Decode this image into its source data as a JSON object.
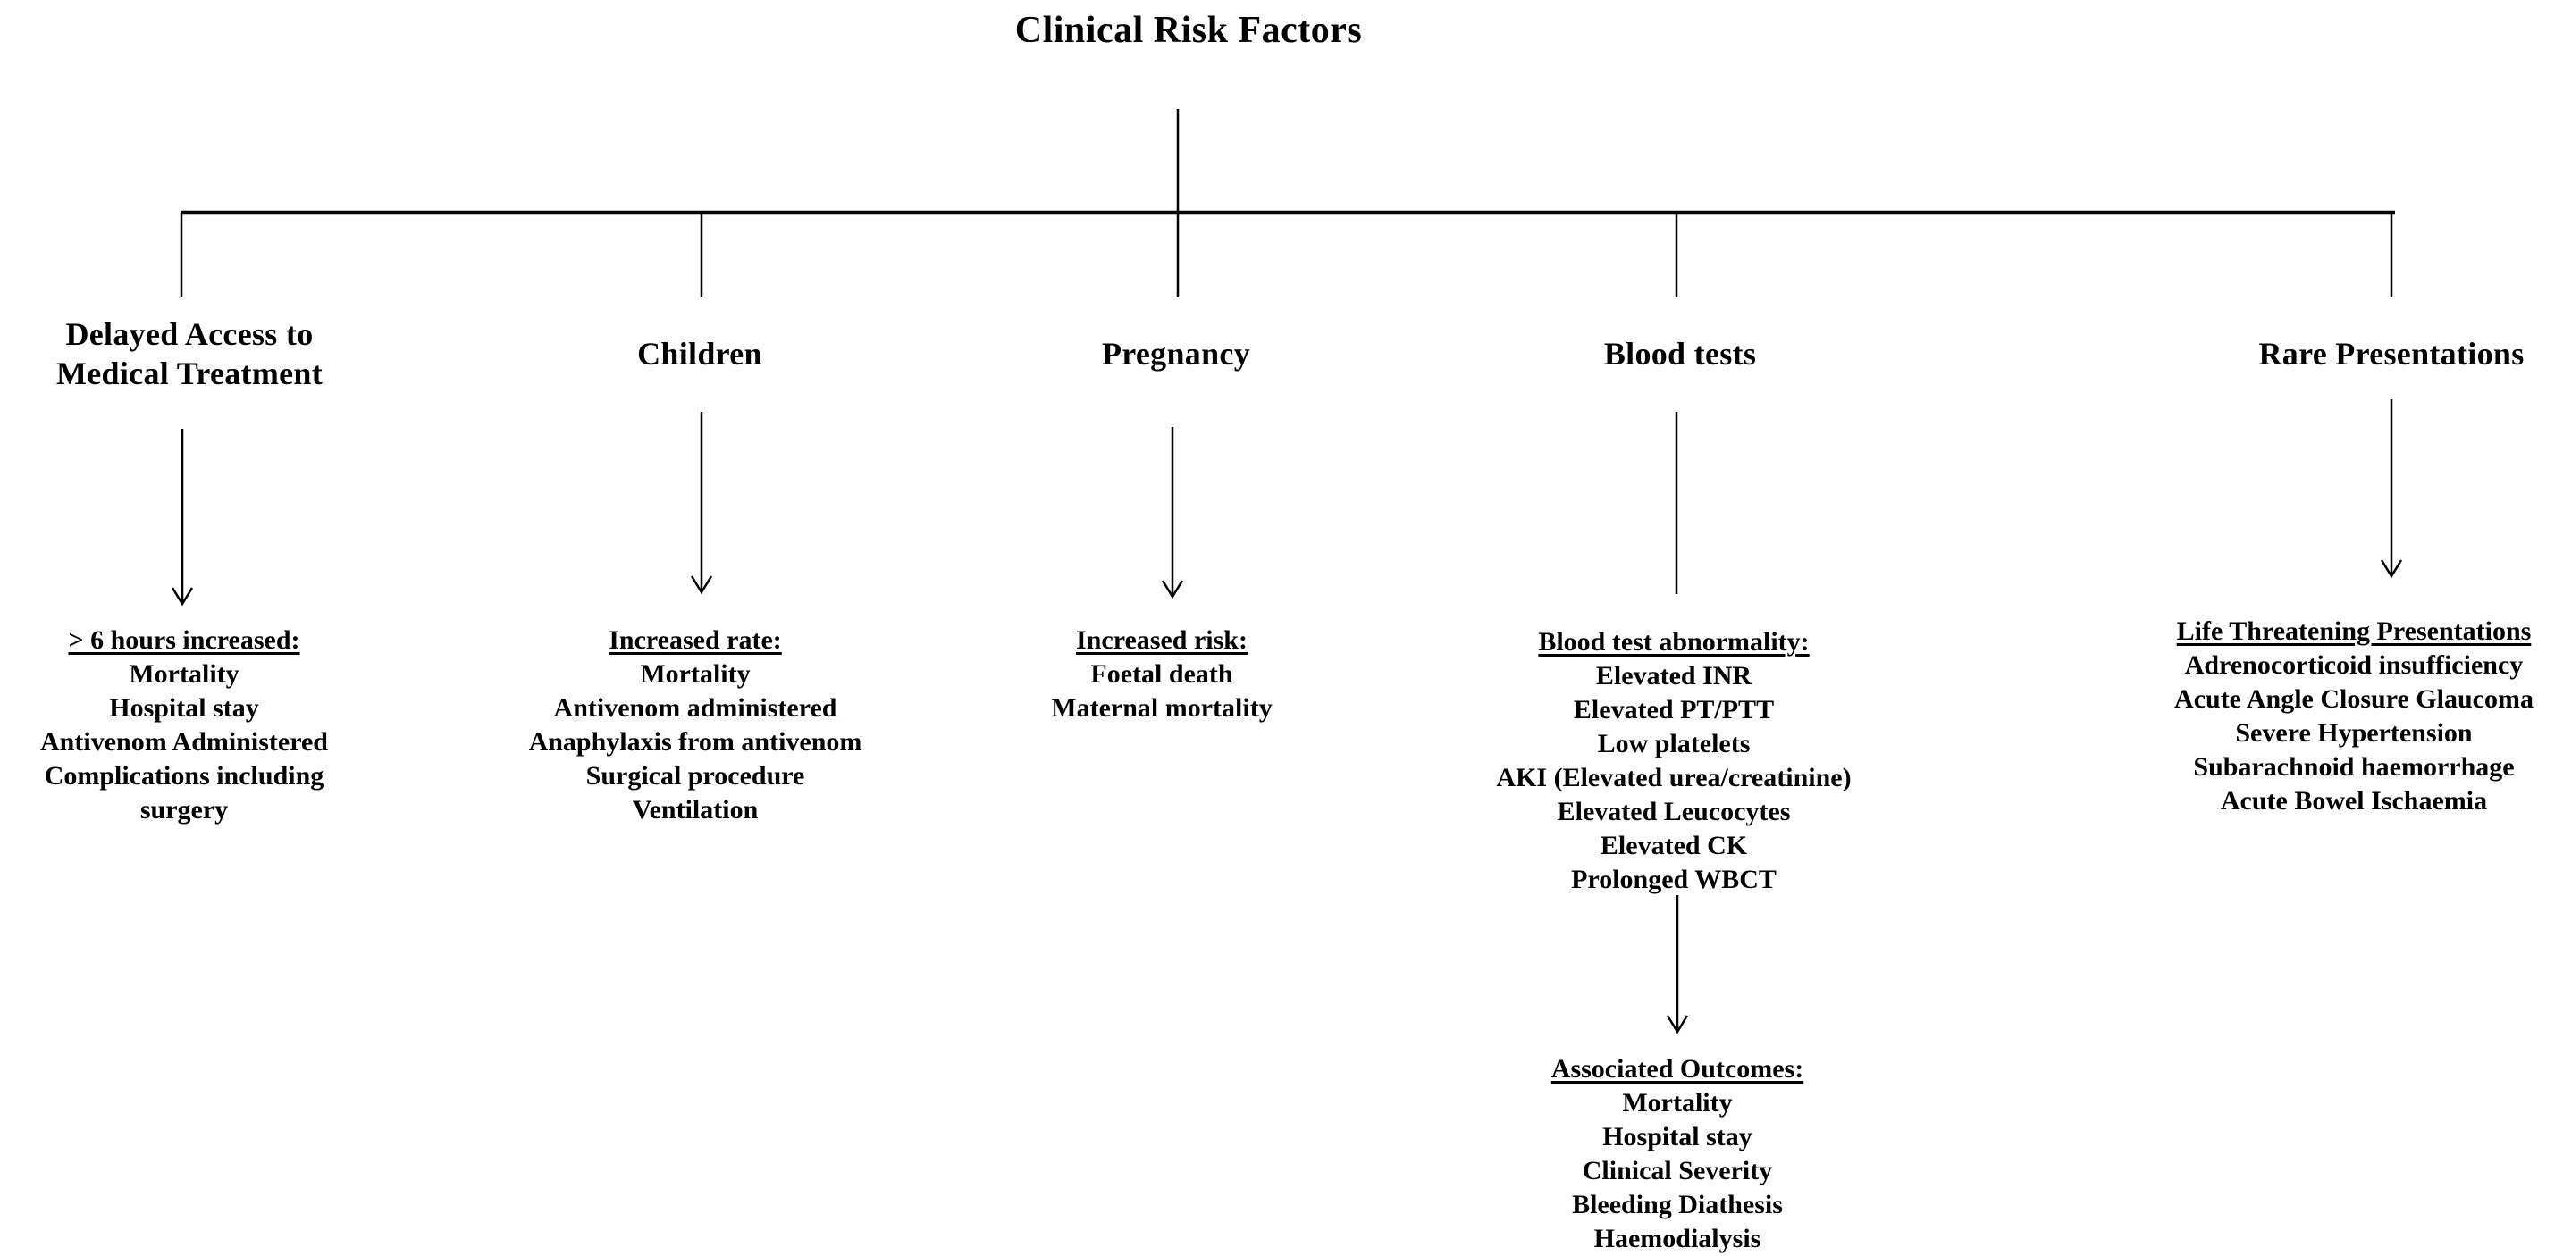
{
  "title": "Clinical Risk Factors",
  "colors": {
    "background": "#ffffff",
    "text": "#000000",
    "line": "#000000"
  },
  "branches": [
    {
      "id": "delayed-access",
      "label_lines": [
        "Delayed Access to",
        "Medical Treatment"
      ],
      "heading": "> 6 hours increased:",
      "items": [
        "Mortality",
        "Hospital stay",
        "Antivenom Administered",
        "Complications including",
        "surgery"
      ]
    },
    {
      "id": "children",
      "label_lines": [
        "Children"
      ],
      "heading": "Increased rate:",
      "items": [
        "Mortality",
        "Antivenom administered",
        "Anaphylaxis from antivenom",
        "Surgical procedure",
        "Ventilation"
      ]
    },
    {
      "id": "pregnancy",
      "label_lines": [
        "Pregnancy"
      ],
      "heading": "Increased risk:",
      "items": [
        "Foetal death",
        "Maternal mortality"
      ]
    },
    {
      "id": "blood-tests",
      "label_lines": [
        "Blood tests"
      ],
      "heading": "Blood test abnormality:",
      "items": [
        "Elevated INR",
        "Elevated PT/PTT",
        "Low platelets",
        "AKI (Elevated urea/creatinine)",
        "Elevated Leucocytes",
        "Elevated CK",
        "Prolonged WBCT"
      ],
      "sub_heading": "Associated Outcomes:",
      "sub_items": [
        "Mortality",
        "Hospital stay",
        "Clinical Severity",
        "Bleeding Diathesis",
        "Haemodialysis"
      ]
    },
    {
      "id": "rare-presentations",
      "label_lines": [
        "Rare Presentations"
      ],
      "heading": "Life Threatening Presentations",
      "items": [
        "Adrenocorticoid insufficiency",
        "Acute Angle Closure Glaucoma",
        "Severe Hypertension",
        "Subarachnoid haemorrhage",
        "Acute Bowel Ischaemia"
      ]
    }
  ]
}
